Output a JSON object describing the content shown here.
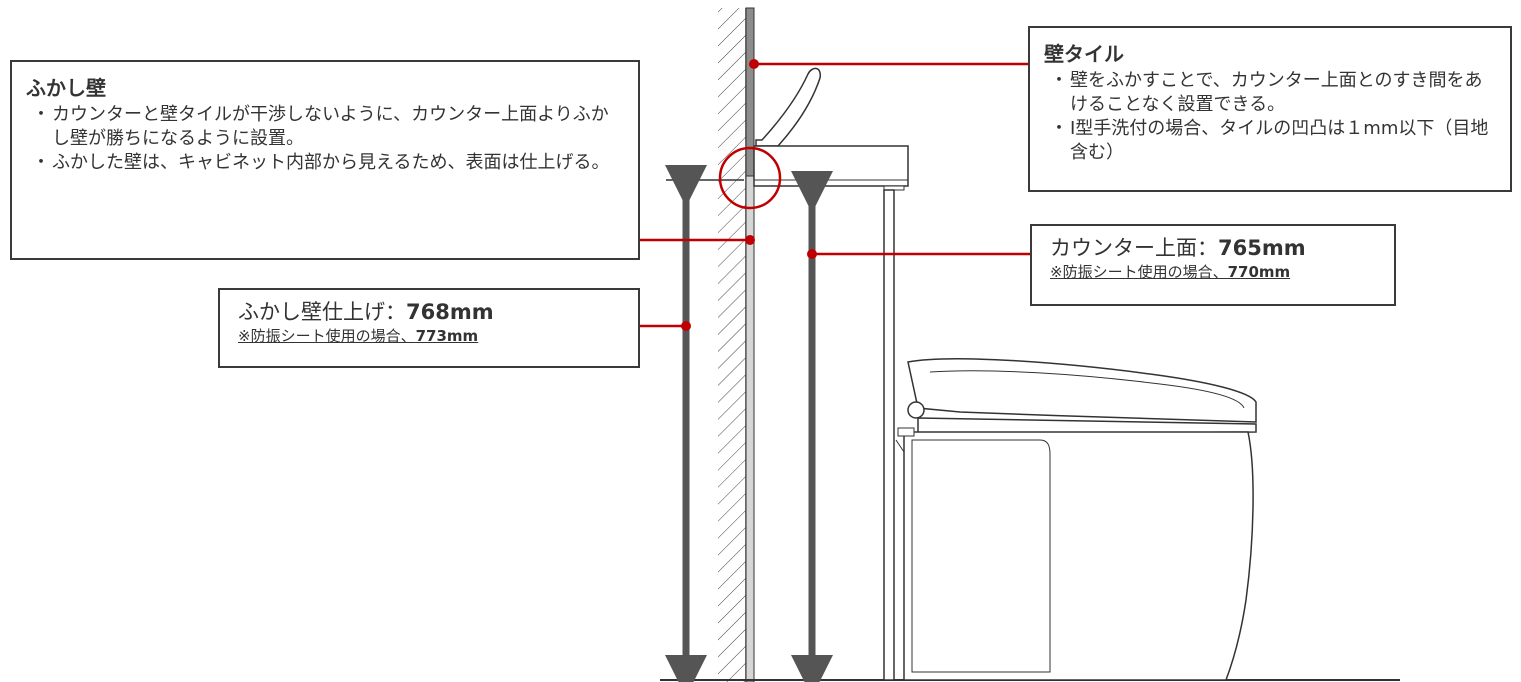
{
  "callouts": {
    "fukashi_wall": {
      "title": "ふかし壁",
      "bullets": [
        "カウンターと壁タイルが干渉しないように、カウンター上面よりふかし壁が勝ちになるように設置。",
        "ふかした壁は、キャビネット内部から見えるため、表面は仕上げる。"
      ]
    },
    "wall_tile": {
      "title": "壁タイル",
      "bullets": [
        "壁をふかすことで、カウンター上面とのすき間をあけることなく設置できる。",
        "I型手洗付の場合、タイルの凹凸は１mm以下（目地含む）"
      ]
    }
  },
  "dimensions": {
    "fukashi_finish": {
      "label": "ふかし壁仕上げ：",
      "value": "768mm",
      "note_prefix": "※防振シート使用の場合、",
      "note_value": "773mm"
    },
    "counter_top": {
      "label": "カウンター上面：",
      "value": "765mm",
      "note_prefix": "※防振シート使用の場合、",
      "note_value": "770mm"
    }
  },
  "colors": {
    "accent_red": "#c00000",
    "line_dark": "#3a3a3a",
    "arrow_gray": "#555555",
    "tile_gray": "#8c8c8c",
    "fukashi_gray": "#c8c8c8"
  }
}
